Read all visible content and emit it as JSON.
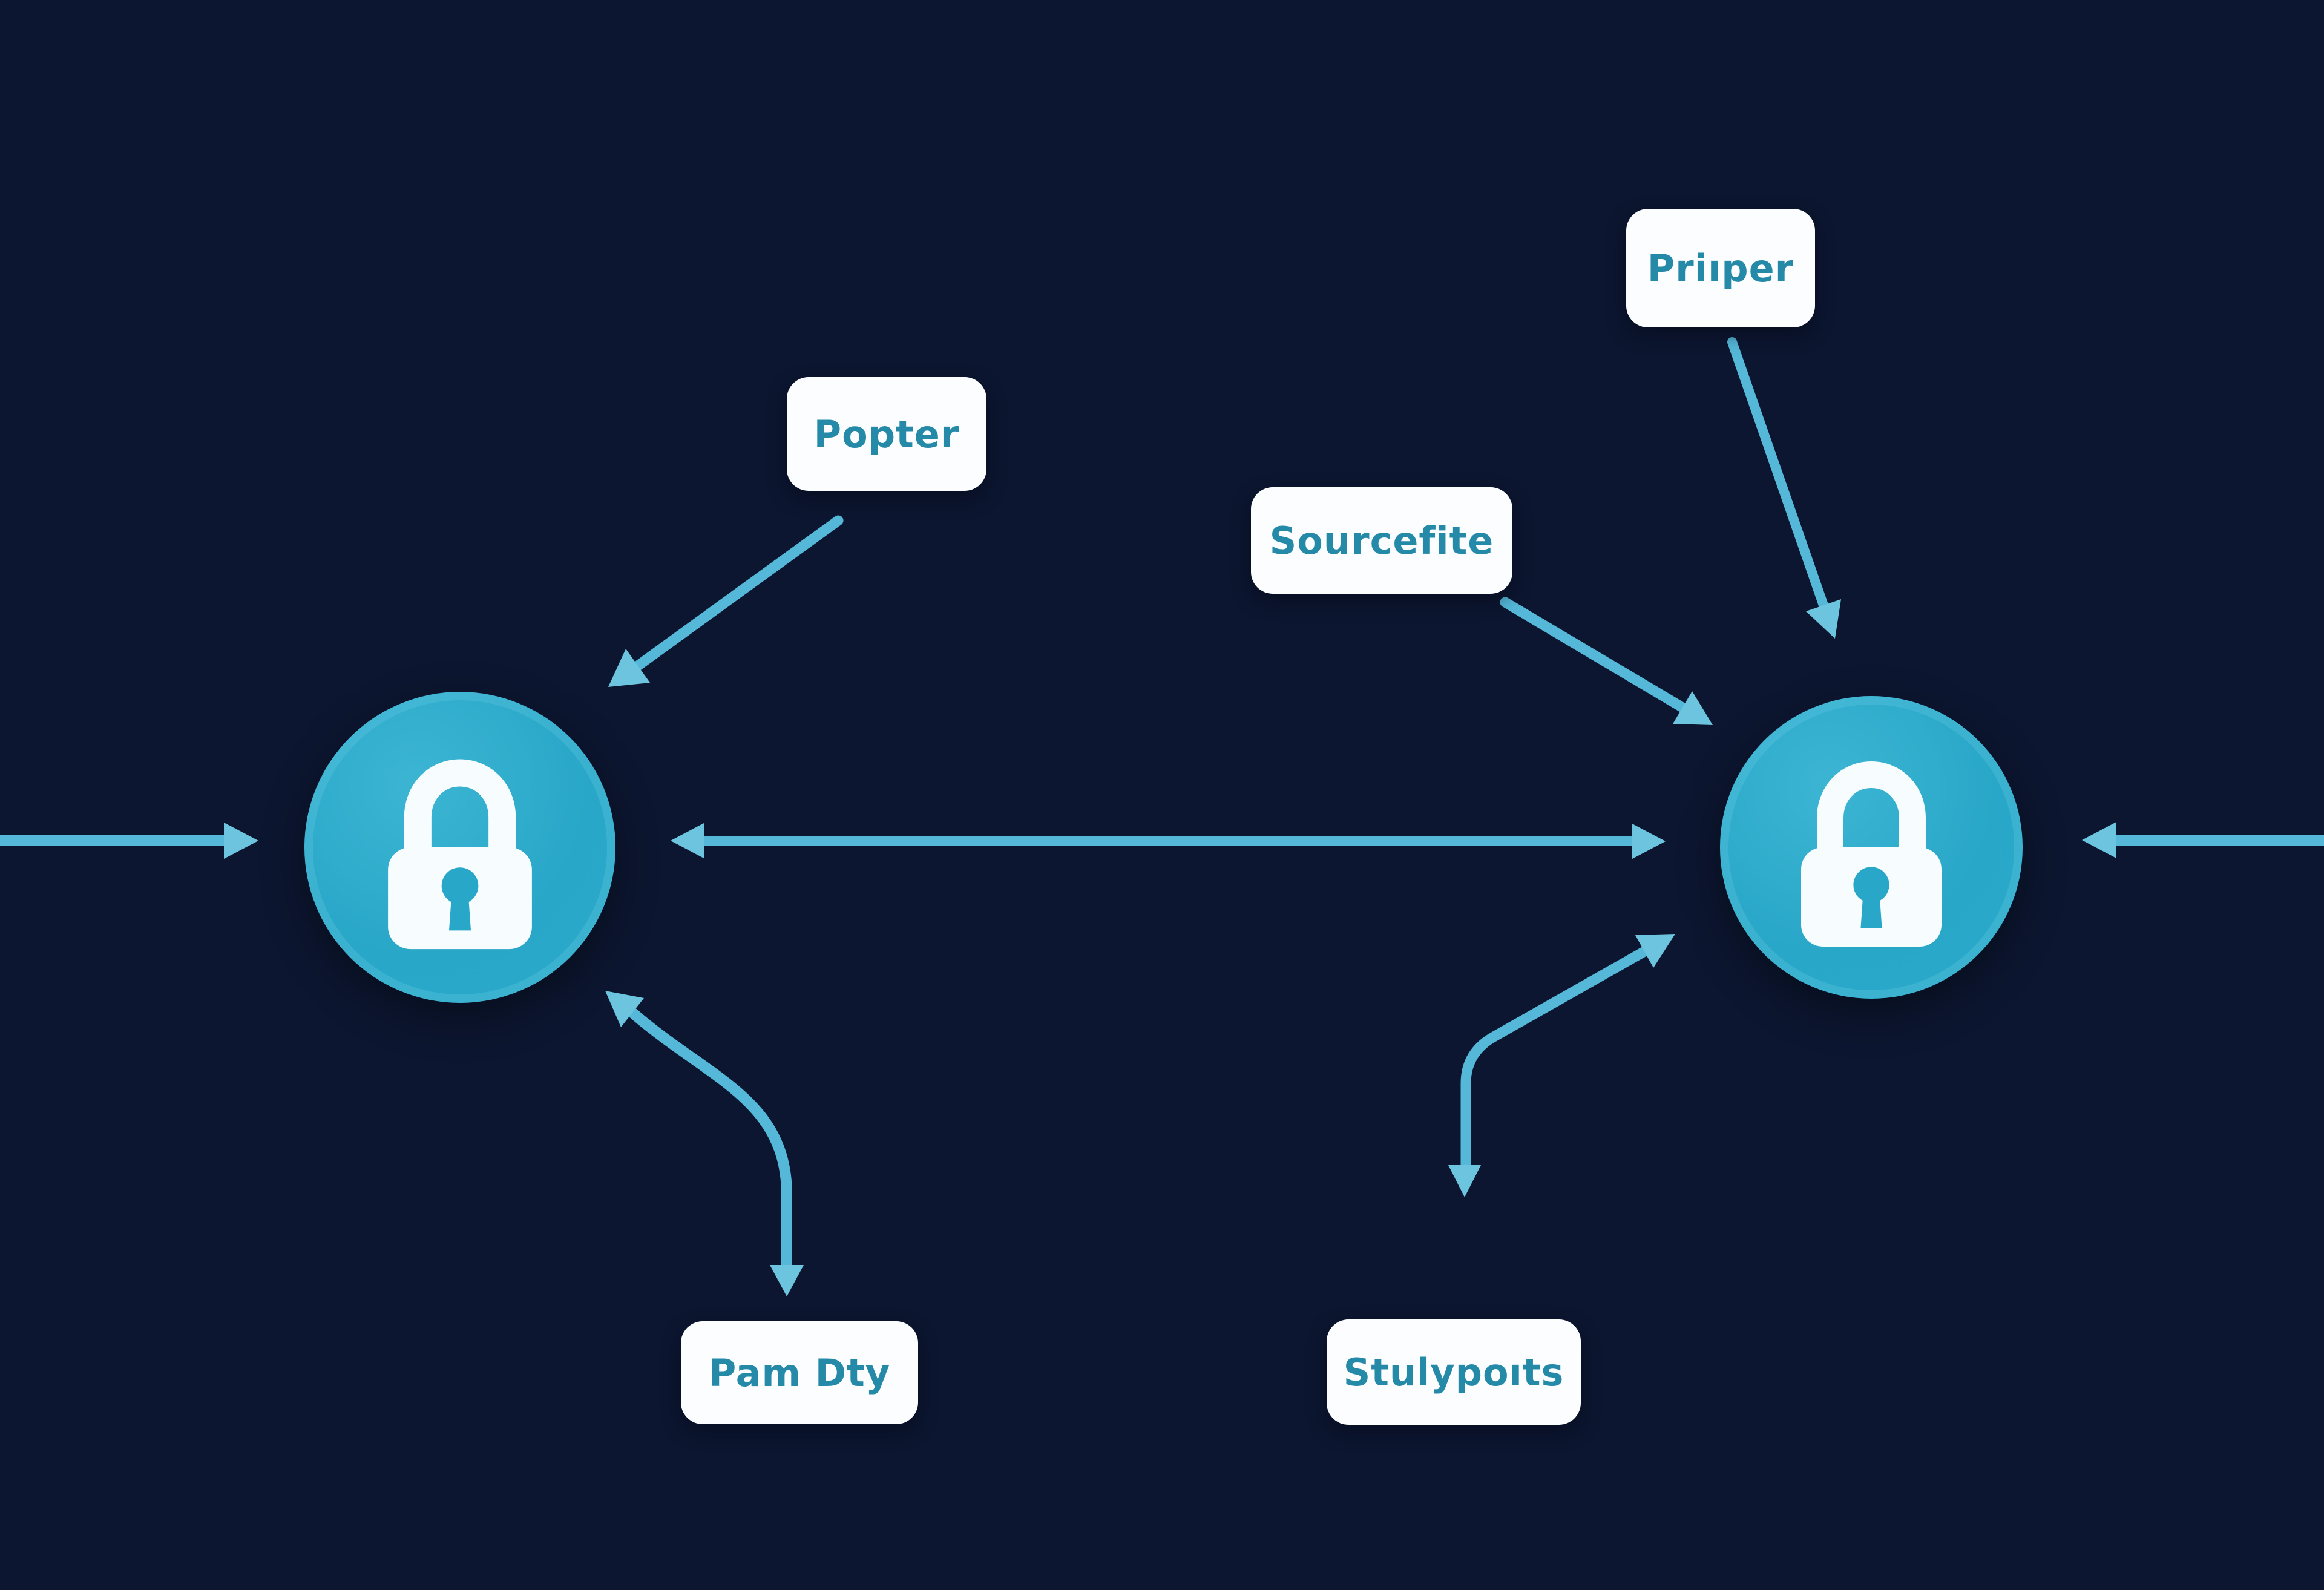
{
  "diagram": {
    "description_icons": "two-padlock-network-diagram",
    "colors": {
      "background": "#0c1630",
      "node_fill": "#29a7c8",
      "node_highlight": "#3cb5d3",
      "lock_glyph": "#f7fcfe",
      "arrow_shaft": "#55b8d8",
      "arrow_head": "#6cc4de",
      "label_bg": "#fbfdfe",
      "label_text": "#2589a8"
    },
    "nodes": [
      {
        "id": "lock-left",
        "icon": "padlock-icon"
      },
      {
        "id": "lock-right",
        "icon": "padlock-icon"
      }
    ],
    "labels": [
      {
        "id": "popter",
        "text": "Popter"
      },
      {
        "id": "sourcefite",
        "text": "Sourcefite"
      },
      {
        "id": "priper",
        "text": "Priıper"
      },
      {
        "id": "pam-dty",
        "text": "Pam Dty"
      },
      {
        "id": "stulypoits",
        "text": "Stulypoıts"
      }
    ]
  }
}
